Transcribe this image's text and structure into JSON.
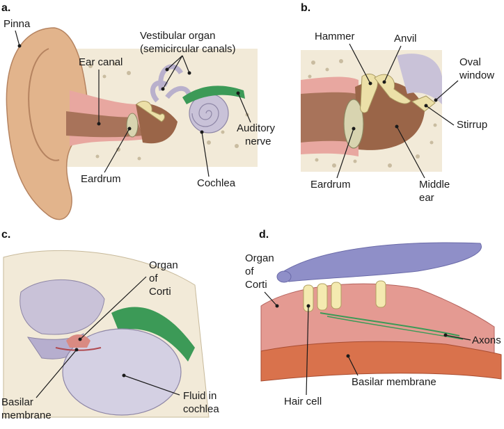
{
  "panels": {
    "a": "a.",
    "b": "b.",
    "c": "c.",
    "d": "d."
  },
  "labels": {
    "a": {
      "pinna": "Pinna",
      "vestibular_1": "Vestibular organ",
      "vestibular_2": "(semicircular canals)",
      "ear_canal": "Ear canal",
      "auditory_1": "Auditory",
      "auditory_2": "nerve",
      "eardrum": "Eardrum",
      "cochlea": "Cochlea"
    },
    "b": {
      "hammer": "Hammer",
      "anvil": "Anvil",
      "oval_1": "Oval",
      "oval_2": "window",
      "stirrup": "Stirrup",
      "eardrum": "Eardrum",
      "middle_1": "Middle",
      "middle_2": "ear"
    },
    "c": {
      "organ_1": "Organ",
      "organ_2": "of",
      "organ_3": "Corti",
      "basilar_1": "Basilar",
      "basilar_2": "membrane",
      "fluid_1": "Fluid in",
      "fluid_2": "cochlea"
    },
    "d": {
      "organ_1": "Organ",
      "organ_2": "of",
      "organ_3": "Corti",
      "axons": "Axons",
      "basilar": "Basilar membrane",
      "hair_cell": "Hair cell"
    }
  },
  "colors": {
    "skin": "#e2b48c",
    "canal": "#a8735a",
    "bone": "#f2ead8",
    "cochlea": "#c9c2d8",
    "nerve": "#3c9a57",
    "eardrum": "#d8d4b0",
    "ossicle": "#ece0a8",
    "tissue": "#d98a82",
    "membrane": "#8f8fc8"
  }
}
